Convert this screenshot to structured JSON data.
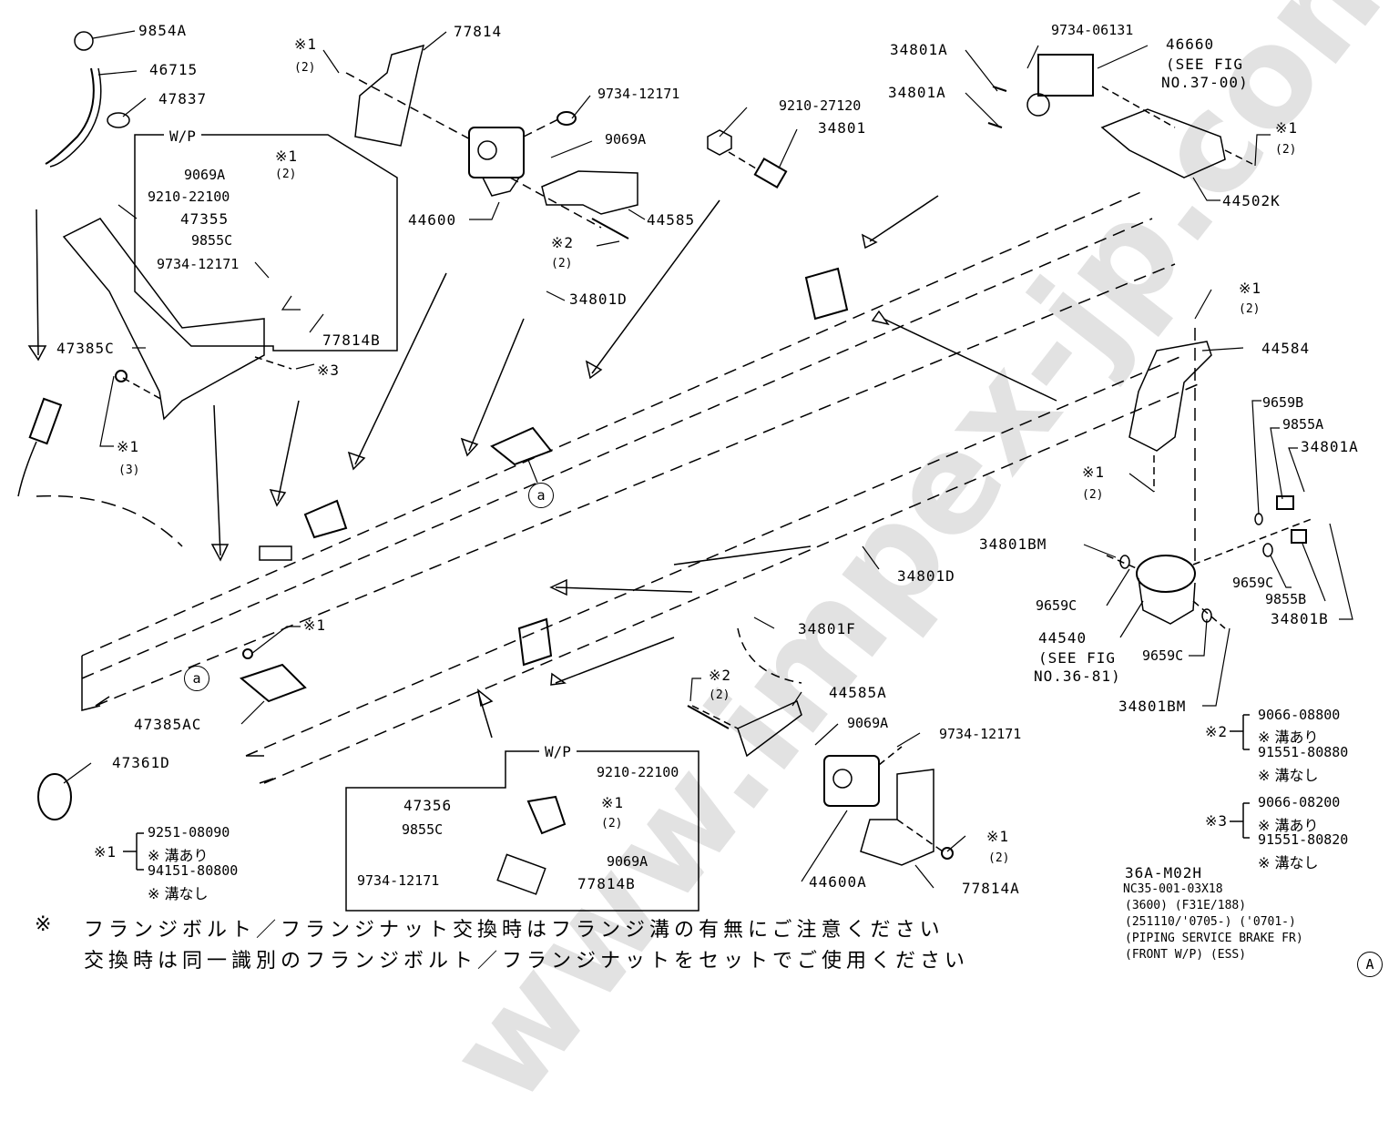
{
  "diagram": {
    "title_code": "36A-M02H",
    "title_lines": [
      "NC35-001-03X18",
      "(3600) (F31E/188)",
      "(251110/'0705-) ('0701-)",
      "(PIPING SERVICE BRAKE FR)",
      "(FRONT W/P) (ESS)"
    ],
    "section_mark": "A",
    "watermark": "www.impex-jp.com",
    "box_label_wp": "W/P",
    "ref_a": "a"
  },
  "labels": {
    "p9854A": "9854A",
    "p46715": "46715",
    "p47837": "47837",
    "p77814": "77814",
    "note1_2_top": "※1",
    "qty2_top": "(2)",
    "p9734_12171_top": "9734-12171",
    "p9069A_top": "9069A",
    "p44600": "44600",
    "p44585": "44585",
    "note2_top": "※2",
    "qty2_note2": "(2)",
    "p34801D_top": "34801D",
    "p9210_27120": "9210-27120",
    "p34801": "34801",
    "p34801A_1": "34801A",
    "p34801A_2": "34801A",
    "p9734_06131": "9734-06131",
    "p46660": "46660",
    "p46660_ref1": "(SEE FIG",
    "p46660_ref2": "NO.37-00)",
    "note1_right": "※1",
    "qty2_right": "(2)",
    "p44502K": "44502K",
    "wp1_note1": "※1",
    "wp1_qty": "(2)",
    "wp1_9069A": "9069A",
    "wp1_9210_22100": "9210-22100",
    "wp1_47355": "47355",
    "wp1_9855C": "9855C",
    "wp1_9734_12171": "9734-12171",
    "wp1_77814B": "77814B",
    "p47385C": "47385C",
    "note3": "※3",
    "note1_3": "※1",
    "qty3": "(3)",
    "note1_44584": "※1",
    "qty2_44584": "(2)",
    "p44584": "44584",
    "p9659B": "9659B",
    "p9855A": "9855A",
    "p34801A_3": "34801A",
    "note1_lower": "※1",
    "qty2_lower": "(2)",
    "p34801BM_1": "34801BM",
    "p9659C_1": "9659C",
    "p44540": "44540",
    "p44540_ref1": "(SEE FIG",
    "p44540_ref2": "NO.36-81)",
    "p9659C_2": "9659C",
    "p9659C_3": "9659C",
    "p9855B": "9855B",
    "p34801B": "34801B",
    "p34801BM_2": "34801BM",
    "p34801D_mid": "34801D",
    "p34801F": "34801F",
    "note1_ac": "※1",
    "p47385AC": "47385AC",
    "p47361D": "47361D",
    "note2_lower": "※2",
    "qty2_note2_lower": "(2)",
    "p44585A": "44585A",
    "p9069A_lower": "9069A",
    "p9734_12171_lower": "9734-12171",
    "p44600A": "44600A",
    "p77814A": "77814A",
    "note1_77814A": "※1",
    "qty2_77814A": "(2)",
    "wp2_9210_22100": "9210-22100",
    "wp2_47356": "47356",
    "wp2_note1": "※1",
    "wp2_qty": "(2)",
    "wp2_9855C": "9855C",
    "wp2_9069A": "9069A",
    "wp2_9734_12171": "9734-12171",
    "wp2_77814B": "77814B"
  },
  "legend": {
    "note1": {
      "mark": "※1",
      "grooved": "9251-08090",
      "grooved_text": "※ 溝あり",
      "plain": "94151-80800",
      "plain_text": "※ 溝なし"
    },
    "note2": {
      "mark": "※2",
      "grooved": "9066-08800",
      "grooved_text": "※ 溝あり",
      "plain": "91551-80880",
      "plain_text": "※ 溝なし"
    },
    "note3": {
      "mark": "※3",
      "grooved": "9066-08200",
      "grooved_text": "※ 溝あり",
      "plain": "91551-80820",
      "plain_text": "※ 溝なし"
    }
  },
  "footnote": {
    "mark": "※",
    "line1": "フランジボルト／フランジナット交換時はフランジ溝の有無にご注意ください",
    "line2": "交換時は同一識別のフランジボルト／フランジナットをセットでご使用ください"
  }
}
